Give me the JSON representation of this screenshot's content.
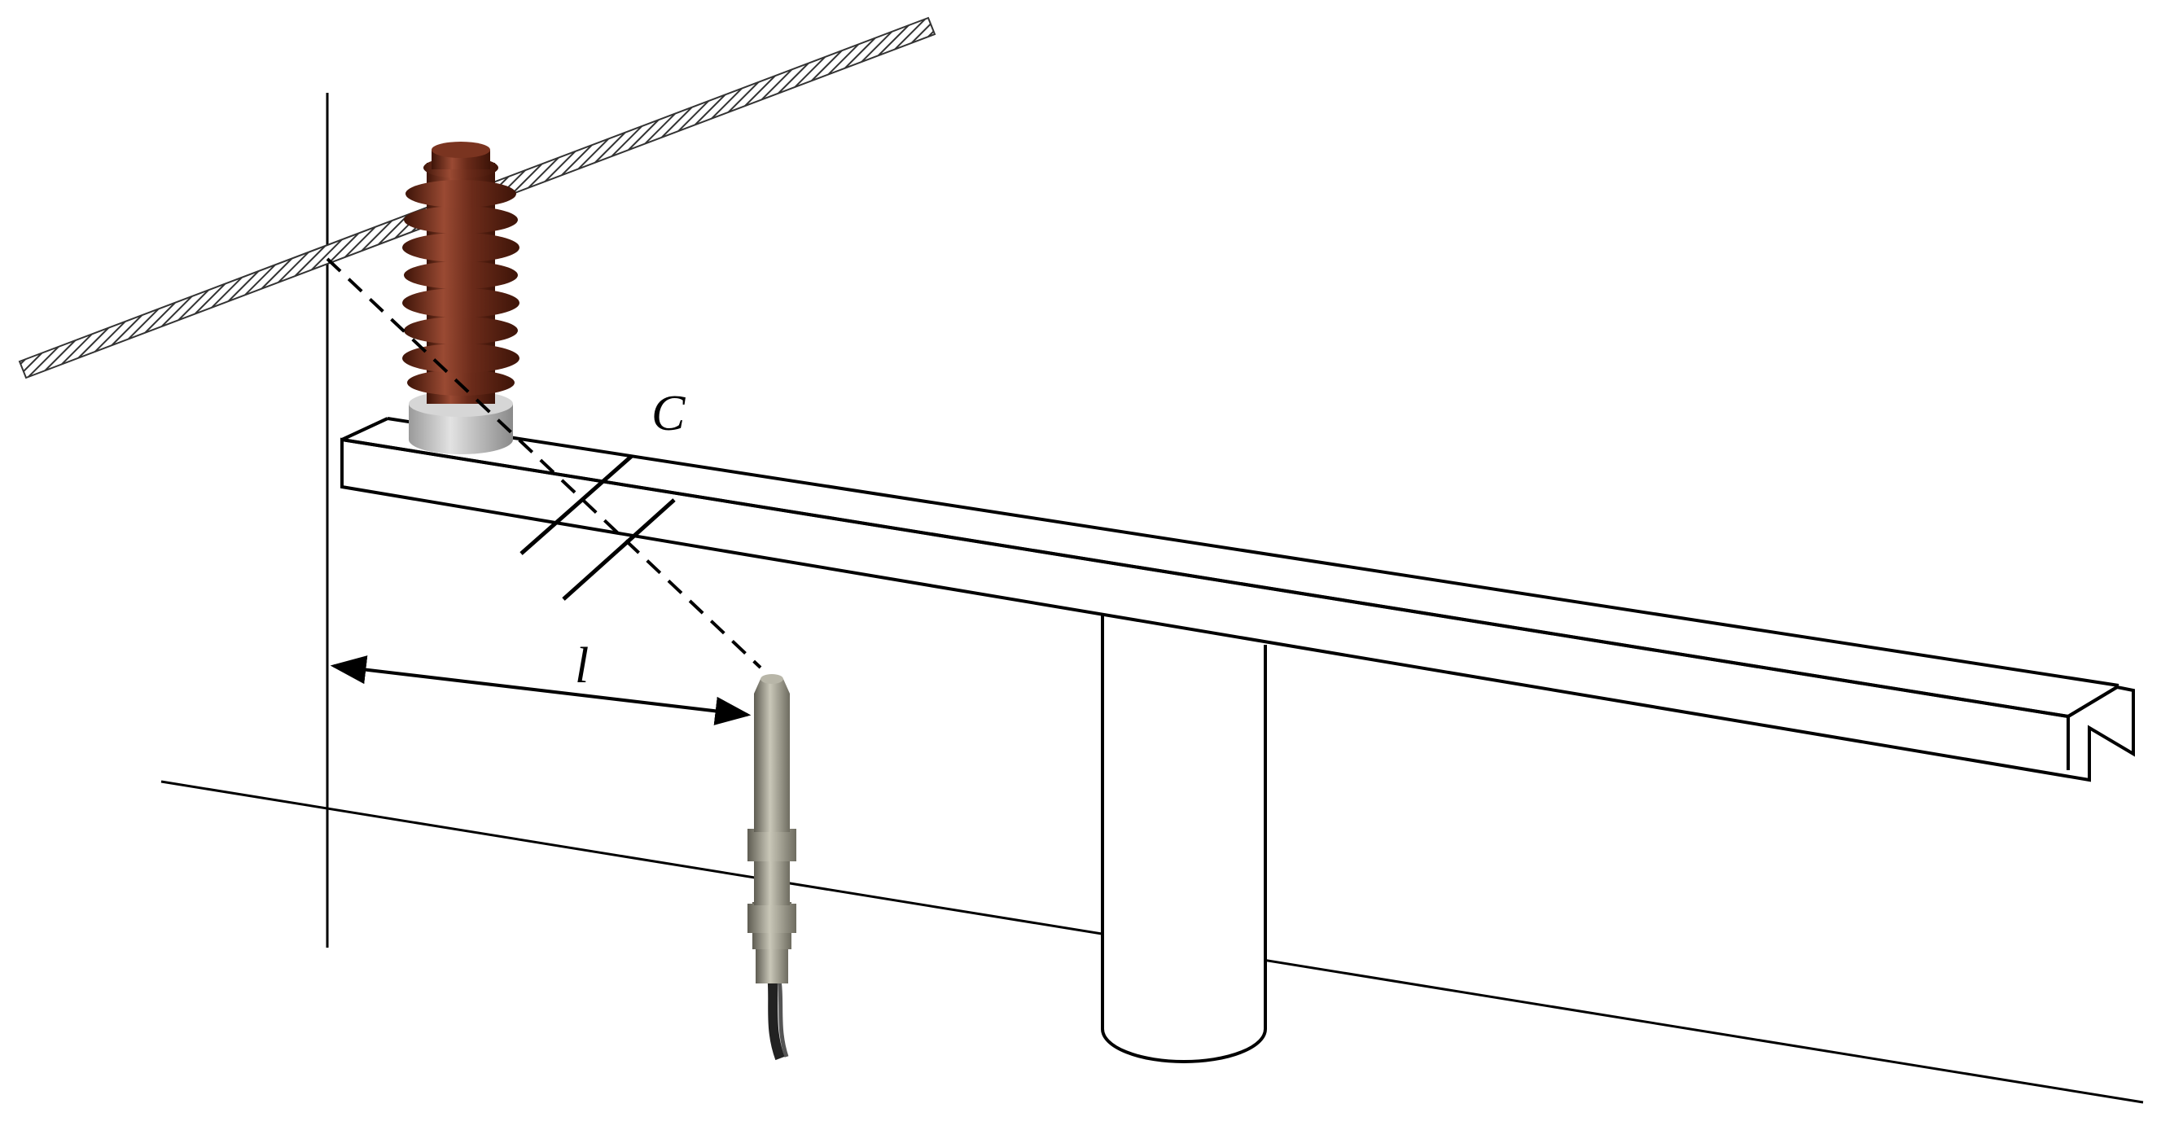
{
  "labels": {
    "capacitance": "C",
    "distance": "l"
  },
  "colors": {
    "line": "#000000",
    "insulator_body": "#6b2b1a",
    "insulator_highlight": "#9a4a33",
    "insulator_shadow": "#3e1408",
    "insulator_base": "#c9c9c9",
    "probe_body": "#8c8a7c",
    "probe_highlight": "#c9c7b8",
    "cable_hatch": "#333333"
  },
  "components": {
    "conductor": "overhead-conductor-icon",
    "insulator": "porcelain-insulator-icon",
    "crossarm": "crossarm",
    "pole": "pole",
    "sensor": "sensor-probe-icon",
    "coupling_capacitance": "capacitor-icon",
    "distance_arrow": "double-arrow-icon"
  }
}
